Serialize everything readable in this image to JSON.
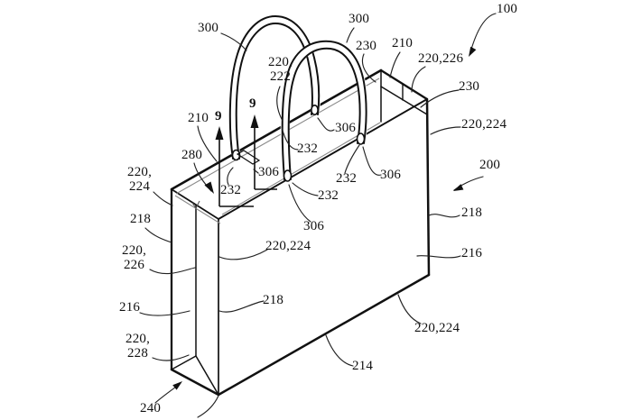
{
  "figure": {
    "kind": "patent-line-drawing",
    "subject": "isometric view of a paper retail bag with two arched handles",
    "colors": {
      "background": "#ffffff",
      "line": "#111111",
      "thin_line": "#8b8b8b"
    }
  },
  "labels": {
    "ref_300_left": {
      "text": "300"
    },
    "ref_300_right": {
      "text": "300"
    },
    "ref_100": {
      "text": "100"
    },
    "ref_220_222": {
      "text": "220,\n222"
    },
    "ref_230_top": {
      "text": "230"
    },
    "ref_210_right": {
      "text": "210"
    },
    "ref_220_226_top": {
      "text": "220,226"
    },
    "ref_230_right": {
      "text": "230"
    },
    "ref_220_224_right": {
      "text": "220,224"
    },
    "ref_200": {
      "text": "200"
    },
    "ref_218_right": {
      "text": "218"
    },
    "ref_216_right": {
      "text": "216"
    },
    "ref_220_224_bottom": {
      "text": "220,224"
    },
    "ref_214": {
      "text": "214"
    },
    "ref_240": {
      "text": "240"
    },
    "ref_210_left": {
      "text": "210"
    },
    "ref_280": {
      "text": "280"
    },
    "ref_220_224_left": {
      "text": "220,\n224"
    },
    "ref_218_left": {
      "text": "218"
    },
    "ref_220_226_left": {
      "text": "220,\n226"
    },
    "ref_216_left": {
      "text": "216"
    },
    "ref_220_228": {
      "text": "220,\n228"
    },
    "ref_220_224_mid": {
      "text": "220,224"
    },
    "ref_218_mid": {
      "text": "218"
    },
    "ref_232_a": {
      "text": "232"
    },
    "ref_232_b": {
      "text": "232"
    },
    "ref_232_c": {
      "text": "232"
    },
    "ref_232_e": {
      "text": "232"
    },
    "ref_306_patch": {
      "text": "306"
    },
    "ref_306_back_right": {
      "text": "306"
    },
    "ref_306_front_right": {
      "text": "306"
    },
    "ref_306_front_left": {
      "text": "306"
    },
    "section_9_left": {
      "text": "9"
    },
    "section_9_right": {
      "text": "9"
    }
  }
}
